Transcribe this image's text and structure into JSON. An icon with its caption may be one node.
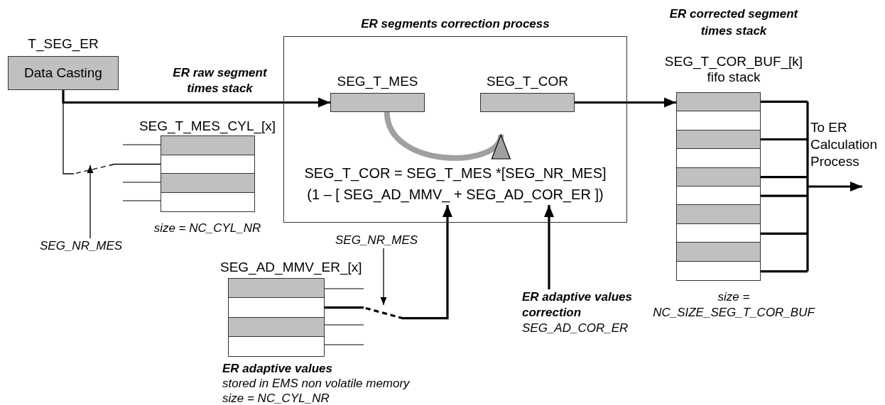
{
  "diagram": {
    "nodes": [
      {
        "text": [
          "T_SEG_ER",
          "Data Casting"
        ]
      },
      {
        "text": [
          "ER segments correction process"
        ]
      },
      {
        "text": [
          "SEG_T_MES"
        ],
        "in": 1
      },
      {
        "text": [
          "SEG_T_COR"
        ],
        "in": 1
      },
      {
        "text": [
          "SEG_T_COR = SEG_T_MES *[SEG_NR_MES] (1 – [ SEG_AD_MMV_ + SEG_AD_COR_ER ])"
        ],
        "in": 1
      },
      {
        "text": [
          "SEG_T_MES_CYL_[x]"
        ],
        "beside": [
          "size = NC_CYL_NR"
        ]
      },
      {
        "text": [
          "SEG_NR_MES"
        ]
      },
      {
        "text": [
          "SEG_AD_MMV_ER_[x]"
        ],
        "beside": [
          "ER adaptive values",
          "stored in EMS non volatile memory",
          "size = NC_CYL_NR"
        ]
      },
      {
        "text": [
          "SEG_NR_MES"
        ]
      },
      {
        "text": [
          "ER adaptive values correction",
          "SEG_AD_COR_ER"
        ]
      },
      {
        "text": [
          "ER corrected segment times stack",
          "SEG_T_COR_BUF_[k] fifo stack"
        ],
        "beside": [
          "size = NC_SIZE_SEG_T_COR_BUF"
        ]
      }
    ],
    "edges": [
      {
        "from": 0,
        "to": 2,
        "arrow": "to",
        "label": "ER raw segment times stack"
      },
      {
        "from": 0,
        "to": 5,
        "arrow": "none",
        "style": "dashed"
      },
      {
        "from": 6,
        "to": null,
        "arrow": "to"
      },
      {
        "from": 2,
        "to": 3,
        "arrow": "to",
        "style": "thick",
        "color": "#a0a0a0"
      },
      {
        "from": 3,
        "to": 10,
        "arrow": "to"
      },
      {
        "from": 7,
        "to": 4,
        "arrow": "to",
        "style": "dashed"
      },
      {
        "from": 8,
        "to": null,
        "arrow": "to"
      },
      {
        "from": 9,
        "to": 4,
        "arrow": "to"
      },
      {
        "from": 10,
        "to": null,
        "arrow": "to",
        "label": "To ER Calculation Process"
      }
    ]
  }
}
